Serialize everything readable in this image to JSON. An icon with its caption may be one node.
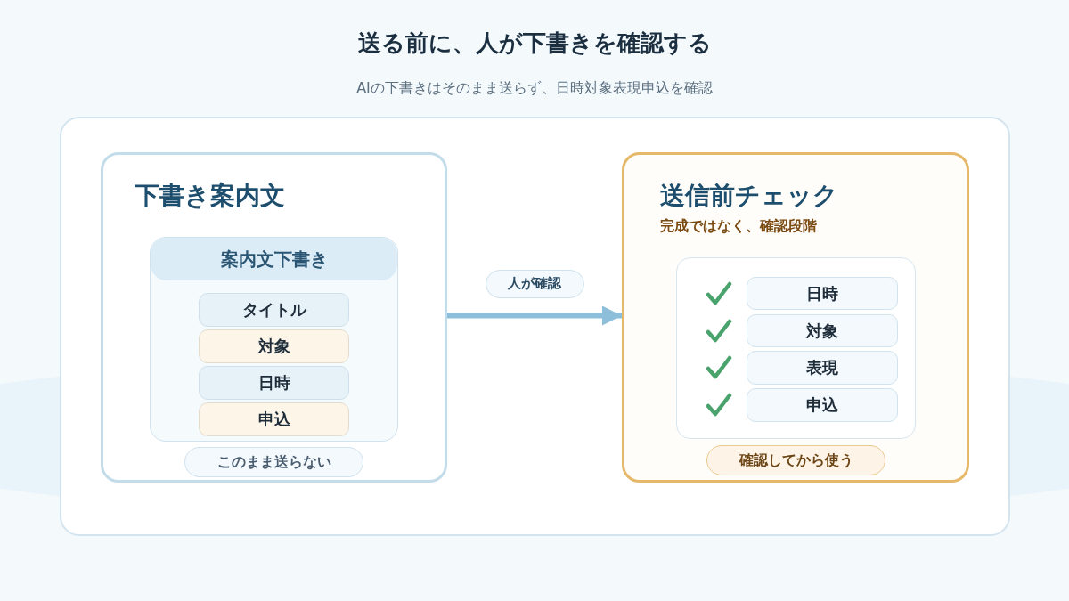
{
  "diagram": {
    "title": "送る前に、人が下書きを確認する",
    "nodes": [
      {
        "text": [],
        "shape": "box"
      },
      {
        "text": [
          "下書き案内文"
        ],
        "in": 0
      },
      {
        "text": [
          "案内文下書き"
        ],
        "in": 1
      },
      {
        "text": [
          "タイトル"
        ],
        "in": 2
      },
      {
        "text": [
          "対象"
        ],
        "in": 2
      },
      {
        "text": [
          "日時"
        ],
        "in": 2
      },
      {
        "text": [
          "申込"
        ],
        "in": 2
      },
      {
        "text": [
          "このまま送らない"
        ],
        "in": 1
      },
      {
        "text": [
          "送信前チェック",
          "完成ではなく、確認段階"
        ],
        "in": 0
      },
      {
        "text": [],
        "shape": "box",
        "in": 8
      },
      {
        "text": [
          "日時"
        ],
        "in": 9
      },
      {
        "text": [
          "対象"
        ],
        "in": 9
      },
      {
        "text": [
          "表現"
        ],
        "in": 9
      },
      {
        "text": [
          "申込"
        ],
        "in": 9
      },
      {
        "text": [
          "確認してから使う"
        ],
        "in": 8
      }
    ],
    "edges": [
      {
        "from": 1,
        "to": 8,
        "arrow": "to",
        "label": "人が確認"
      }
    ],
    "labels": [
      "AIの下書きはそのまま送らず、日時対象表現申込を確認"
    ]
  }
}
